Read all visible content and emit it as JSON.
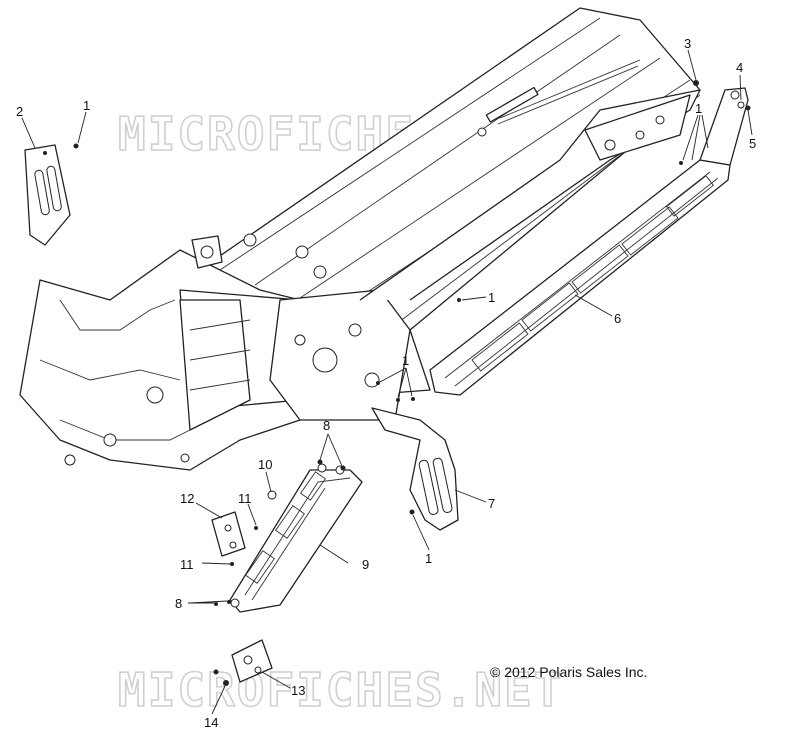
{
  "watermark": "MICROFICHES.NET",
  "copyright": "© 2012 Polaris Sales Inc.",
  "callouts": {
    "c1a": "1",
    "c2": "2",
    "c3": "3",
    "c4": "4",
    "c1b": "1",
    "c5": "5",
    "c1c": "1",
    "c6": "6",
    "c1d": "1",
    "c8a": "8",
    "c10": "10",
    "c12": "12",
    "c11a": "11",
    "c7": "7",
    "c1e": "1",
    "c11b": "11",
    "c9": "9",
    "c8b": "8",
    "c13": "13",
    "c14": "14"
  }
}
